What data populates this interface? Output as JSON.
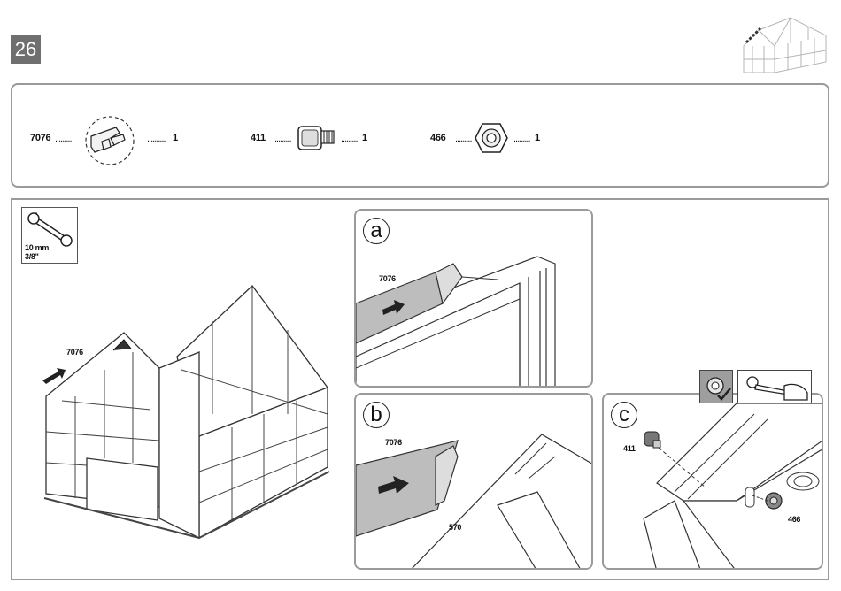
{
  "step": {
    "number": "26"
  },
  "parts": [
    {
      "code": "7076",
      "qty": "1",
      "icon": "clip-icon"
    },
    {
      "code": "411",
      "qty": "1",
      "icon": "bolt-icon"
    },
    {
      "code": "466",
      "qty": "1",
      "icon": "nut-icon"
    }
  ],
  "tool": {
    "size_mm": "10 mm",
    "size_in": "3/8\"",
    "icon": "wrench-icon"
  },
  "main_view": {
    "label": "7076"
  },
  "detail_a": {
    "letter": "a",
    "part_label": "7076"
  },
  "detail_b": {
    "letter": "b",
    "part_label": "7076",
    "profile_label": "570"
  },
  "detail_c": {
    "letter": "c",
    "bolt_label": "411",
    "nut_label": "466"
  }
}
